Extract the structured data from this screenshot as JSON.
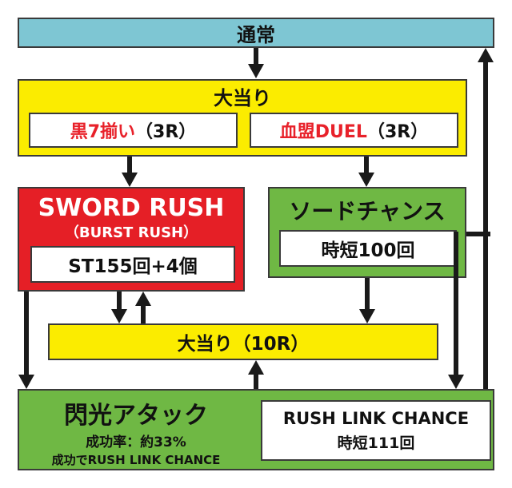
{
  "normal": {
    "label": "通常"
  },
  "big_hit": {
    "label": "大当り",
    "left_option": {
      "name": "黒7揃い",
      "rounds": "（3R）"
    },
    "right_option": {
      "name": "血盟DUEL",
      "rounds": "（3R）"
    }
  },
  "sword_rush": {
    "title": "SWORD RUSH",
    "subtitle": "（BURST RUSH）",
    "detail": "ST155回+4個"
  },
  "sword_chance": {
    "title": "ソードチャンス",
    "detail": "時短100回"
  },
  "big_hit_10r": {
    "label": "大当り（10R）"
  },
  "flash_attack": {
    "title": "閃光アタック",
    "rate": "成功率：約33%",
    "note": "成功でRUSH LINK CHANCE"
  },
  "rush_link": {
    "title": "RUSH LINK CHANCE",
    "detail": "時短111回"
  },
  "colors": {
    "normal_bg": "#7ec6d3",
    "yellow_bg": "#fbec00",
    "red_bg": "#e51f26",
    "green_bg": "#6fb844",
    "accent_red": "#e8212a"
  }
}
